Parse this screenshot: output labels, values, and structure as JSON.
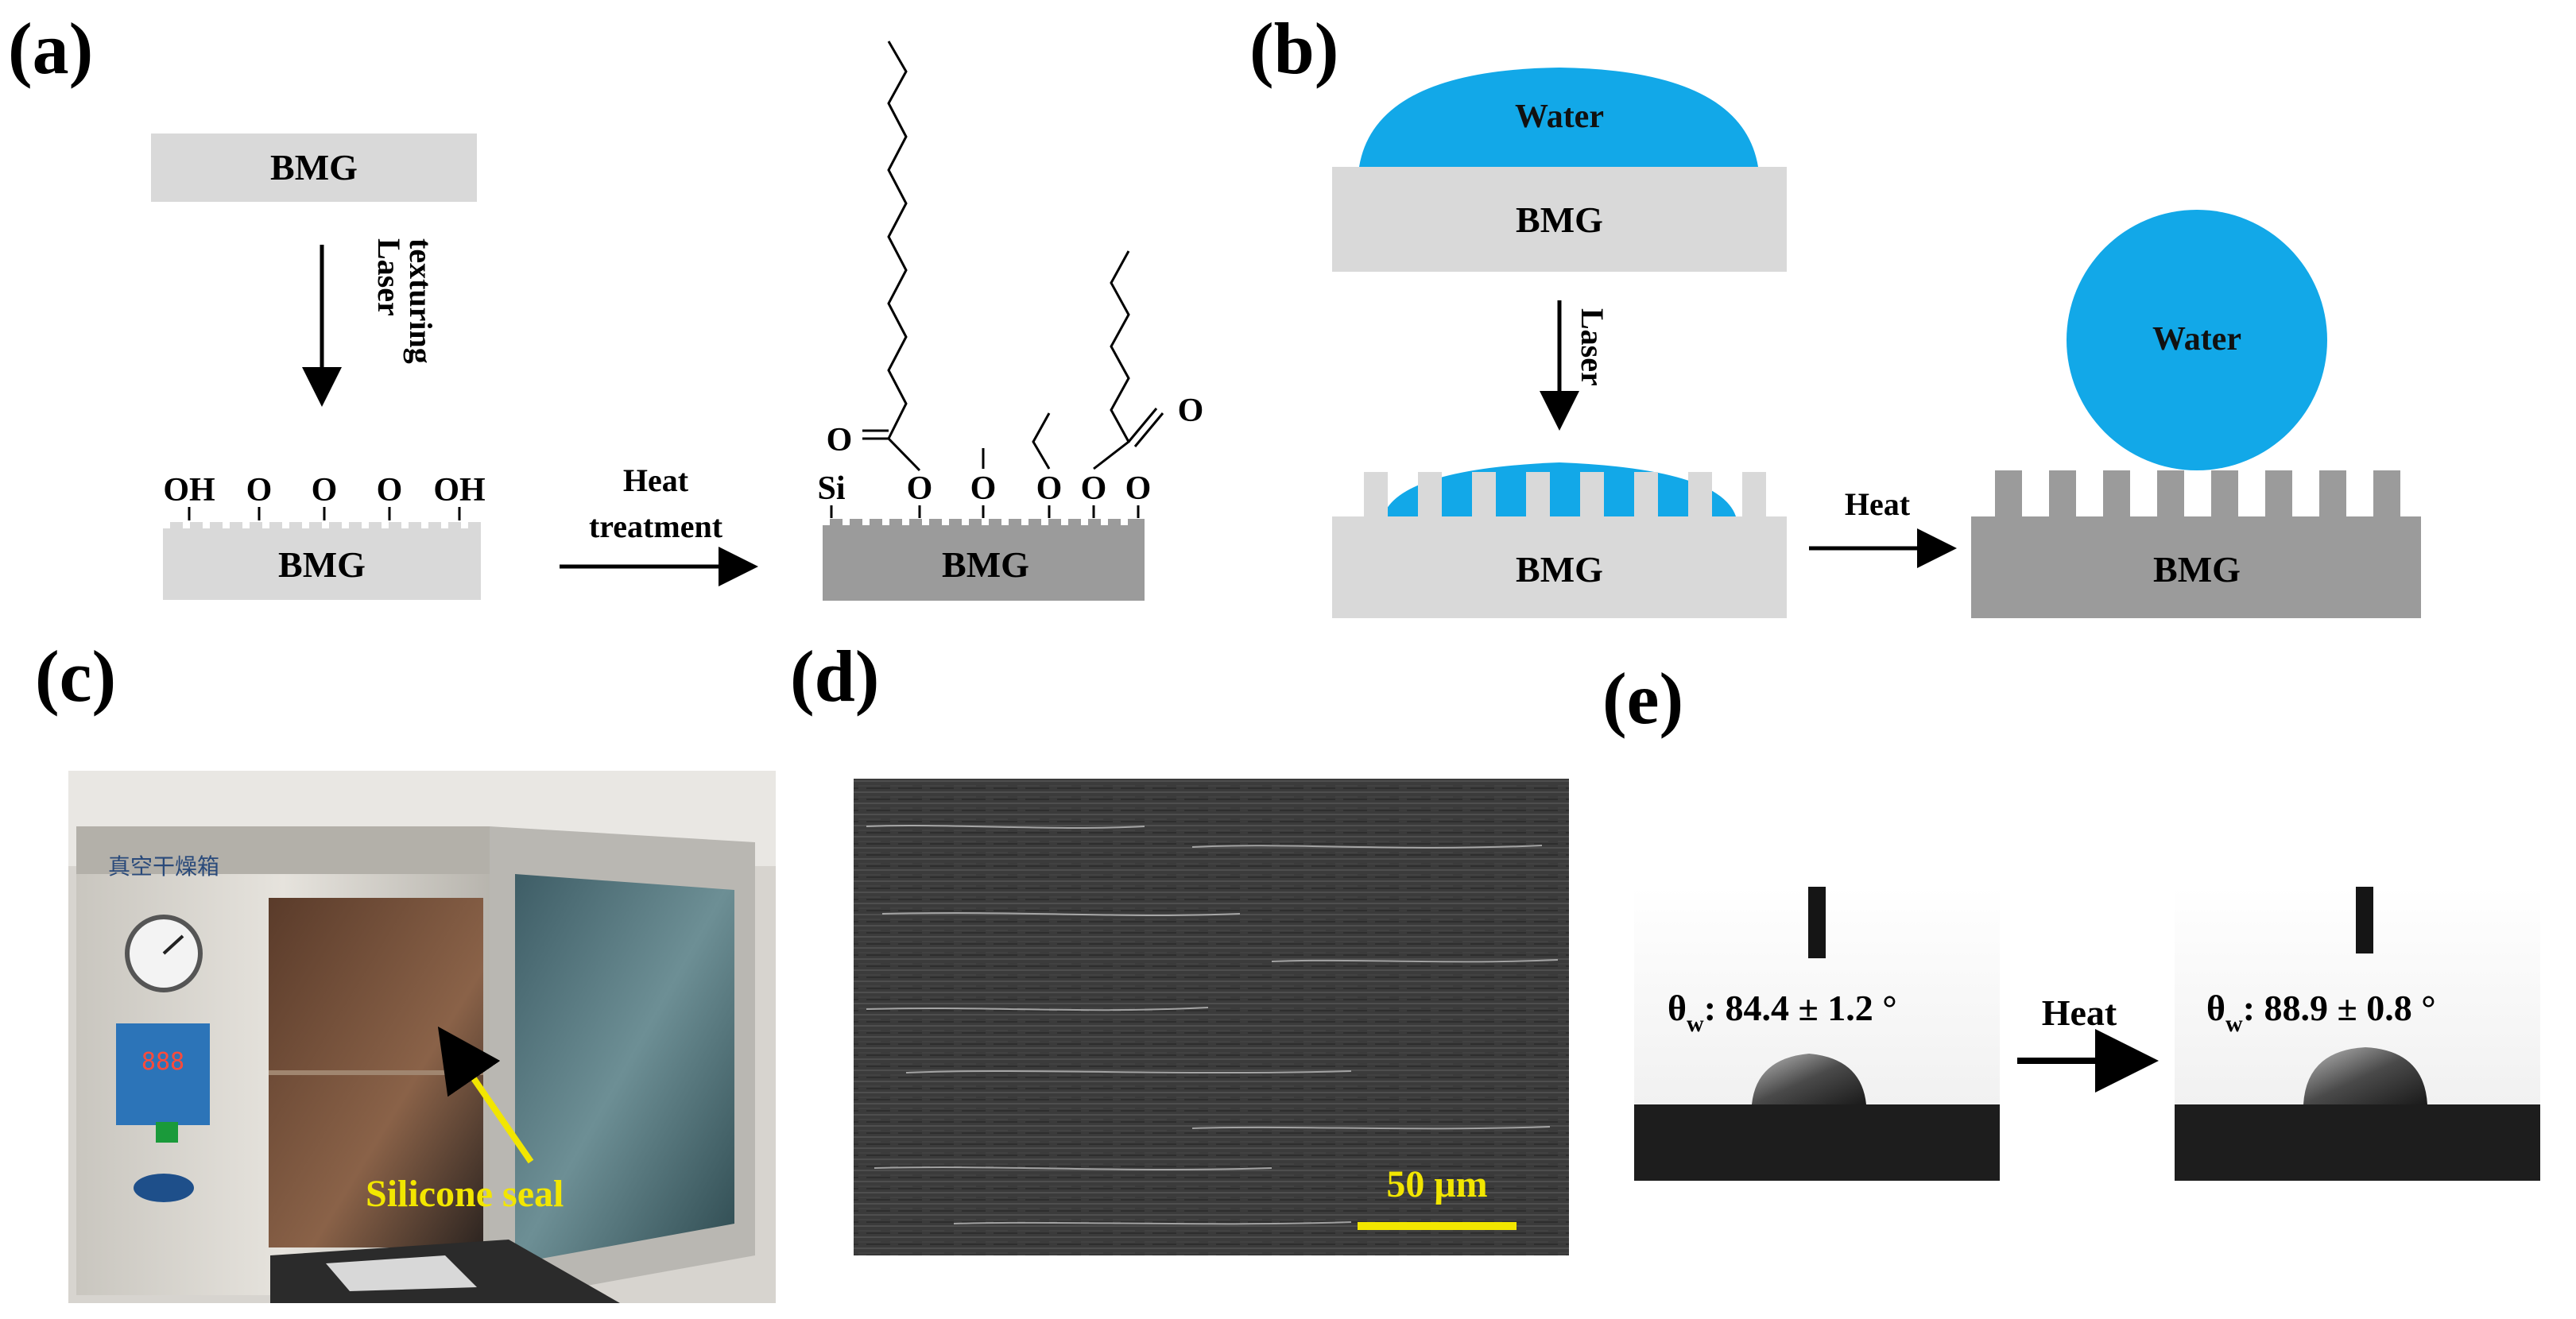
{
  "panels": {
    "a": {
      "label": "(a)",
      "bmg_top": "BMG",
      "laser_line1": "Laser",
      "laser_line2": "texturing",
      "groups_left": [
        "OH",
        "O",
        "O",
        "O",
        "OH"
      ],
      "bmg_textured": "BMG",
      "heat_line1": "Heat",
      "heat_line2": "treatment",
      "bmg_treated": "BMG",
      "groups_right": [
        "Si",
        "O",
        "O",
        "O",
        "O",
        "O"
      ],
      "carbonyl_o_left": "O",
      "carbonyl_o_right": "O"
    },
    "b": {
      "label": "(b)",
      "water_top": "Water",
      "bmg_top": "BMG",
      "laser": "Laser",
      "bmg_textured": "BMG",
      "heat": "Heat",
      "water_right": "Water",
      "bmg_right": "BMG"
    },
    "c": {
      "label": "(c)",
      "oven_label": "真空干燥箱",
      "callout": "Silicone seal",
      "display_value": "888"
    },
    "d": {
      "label": "(d)",
      "scale_bar": "50 μm"
    },
    "e": {
      "label": "(e)",
      "before_symbol": "θ",
      "before_sub": "w",
      "before_value": ": 84.4 ± 1.2 °",
      "heat": "Heat",
      "after_symbol": "θ",
      "after_sub": "w",
      "after_value": ": 88.9 ± 0.8 °"
    }
  },
  "colors": {
    "bmg_light": "#d9d9d9",
    "bmg_dark": "#9b9b9b",
    "water": "#12a8e8",
    "scale_yellow": "#f2e600"
  }
}
